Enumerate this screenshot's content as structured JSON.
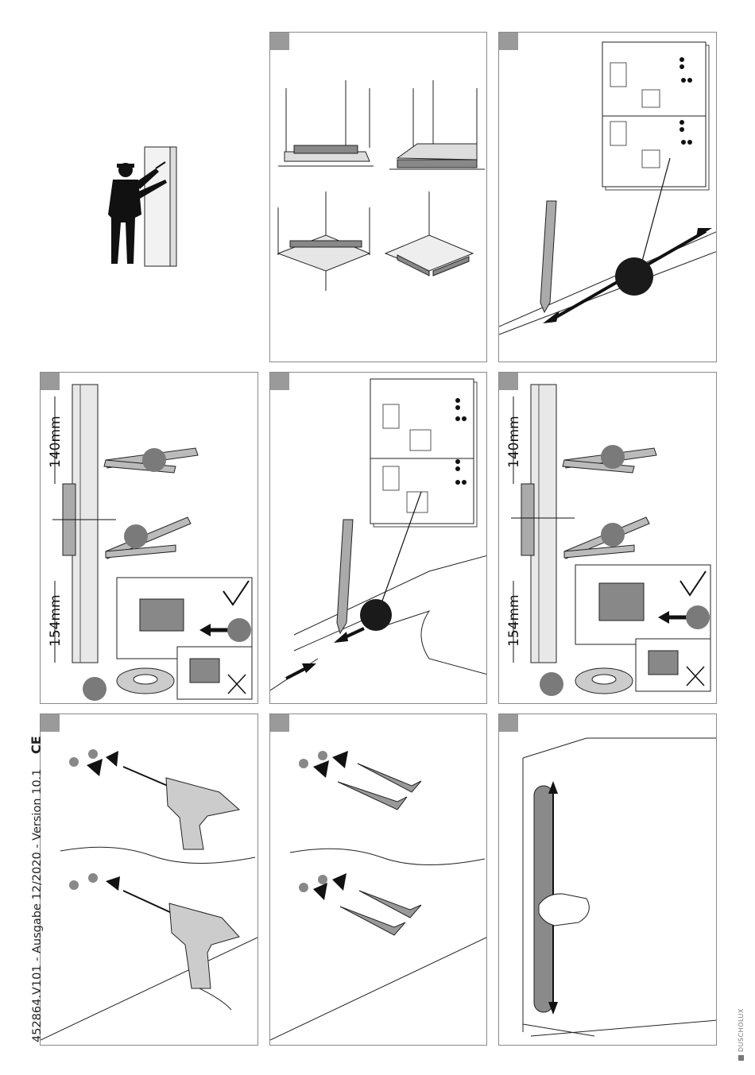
{
  "document": {
    "version_line": "452864.V101 - Ausgabe 12/2020 - Version 10.1",
    "ce_mark": "CE",
    "brand": "DUSCHOLUX"
  },
  "panels": [
    {
      "id": "p1",
      "dims": []
    },
    {
      "id": "p2",
      "dims": []
    },
    {
      "id": "p3",
      "dims": []
    },
    {
      "id": "p4",
      "dims": [
        "140mm",
        "154mm"
      ]
    },
    {
      "id": "p5",
      "dims": []
    },
    {
      "id": "p6",
      "dims": [
        "140mm",
        "154mm"
      ]
    },
    {
      "id": "p7",
      "dims": []
    },
    {
      "id": "p8",
      "dims": []
    },
    {
      "id": "p9",
      "dims": []
    }
  ],
  "colors": {
    "frame": "#8a8a8a",
    "step_badge": "#9a9a9a",
    "marker_dark": "#1a1a1a",
    "marker_grey": "#7a7a7a"
  },
  "icons": [
    "worker-figure",
    "spirit-level",
    "pencil",
    "drill",
    "wall-plug",
    "wall-profile",
    "check-mark",
    "cross-mark",
    "washer"
  ]
}
